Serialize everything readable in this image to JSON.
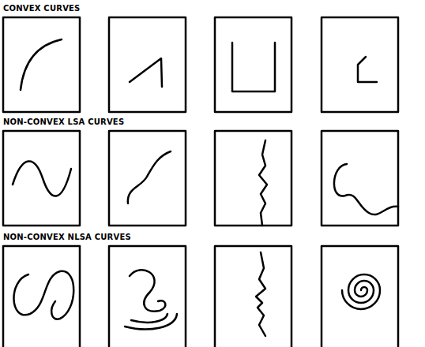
{
  "diagram": {
    "labels": [
      "CONVEX CURVES",
      "NON-CONVEX LSA CURVES",
      "NON-CONVEX NLSA CURVES"
    ]
  }
}
